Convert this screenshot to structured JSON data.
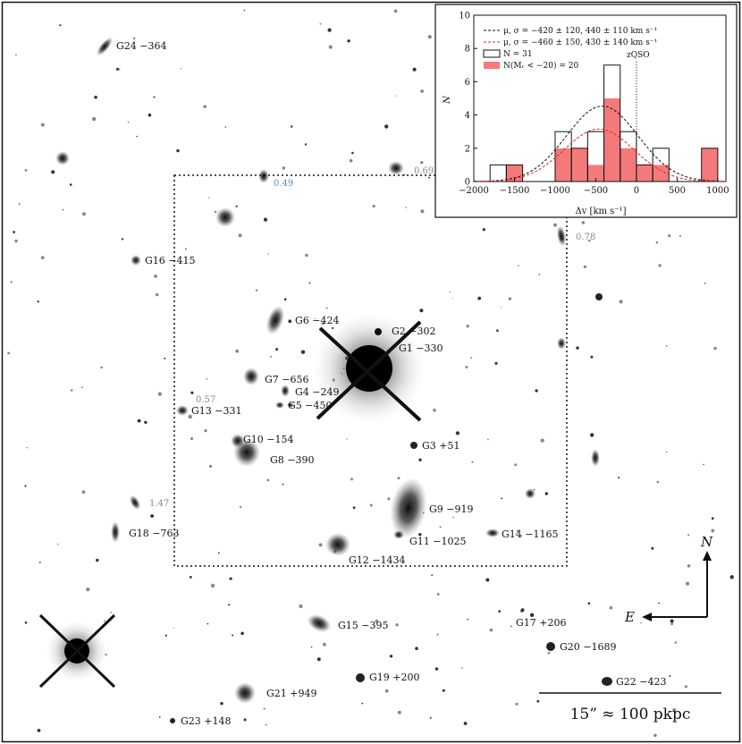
{
  "galaxy_labels": [
    {
      "id": "G24",
      "v": "−364"
    },
    {
      "id": "G16",
      "v": "−415"
    },
    {
      "id": "G6",
      "v": "−424"
    },
    {
      "id": "G2",
      "v": "−302"
    },
    {
      "id": "G1",
      "v": "−330"
    },
    {
      "id": "G7",
      "v": "−656"
    },
    {
      "id": "G4",
      "v": "−249"
    },
    {
      "id": "G5",
      "v": "−450"
    },
    {
      "id": "G13",
      "v": "−331"
    },
    {
      "id": "G10",
      "v": "−154"
    },
    {
      "id": "G8",
      "v": "−390"
    },
    {
      "id": "G3",
      "v": "+51"
    },
    {
      "id": "G9",
      "v": "−919"
    },
    {
      "id": "G11",
      "v": "−1025"
    },
    {
      "id": "G14",
      "v": "−1165"
    },
    {
      "id": "G18",
      "v": "−763"
    },
    {
      "id": "G12",
      "v": "−1434"
    },
    {
      "id": "G15",
      "v": "−395"
    },
    {
      "id": "G17",
      "v": "+206"
    },
    {
      "id": "G20",
      "v": "−1689"
    },
    {
      "id": "G19",
      "v": "+200"
    },
    {
      "id": "G22",
      "v": "−423"
    },
    {
      "id": "G21",
      "v": "+949"
    },
    {
      "id": "G23",
      "v": "+148"
    }
  ],
  "redshift_labels": [
    "0.69",
    "0.49",
    "0.78",
    "0.57",
    "1.47"
  ],
  "compass": {
    "north": "N",
    "east": "E"
  },
  "scale_bar": "15” ≈ 100 pkpc",
  "inset": {
    "legend": [
      "μ, σ = −420 ± 120, 440 ± 110 km s⁻¹",
      "μ, σ = −460 ± 150, 430 ± 140 km s⁻¹",
      "N = 31",
      "N(Mᵣ < −20) = 20"
    ],
    "qso_label": "zQSO",
    "ylabel": "N",
    "xlabel": "Δv [km s⁻¹]",
    "xticks": [
      "−2000",
      "−1500",
      "−1000",
      "−500",
      "0",
      "500",
      "1000"
    ],
    "yticks": [
      "0",
      "2",
      "4",
      "6",
      "8",
      "10"
    ],
    "colors": {
      "gauss_all": "#111111",
      "gauss_bright": "#e02020",
      "bright_fill": "#f47a7a"
    }
  },
  "chart_data": {
    "type": "bar",
    "xlabel": "Δv [km s⁻¹]",
    "ylabel": "N",
    "xlim": [
      -2000,
      1100
    ],
    "ylim": [
      0,
      10
    ],
    "bin_edges": [
      -1800,
      -1600,
      -1400,
      -1200,
      -1000,
      -800,
      -600,
      -400,
      -200,
      0,
      200,
      400,
      600,
      800,
      1000
    ],
    "series": [
      {
        "name": "N = 31",
        "values": [
          1,
          1,
          0,
          0,
          3,
          2,
          3,
          7,
          3,
          1,
          2,
          0,
          0,
          2
        ]
      },
      {
        "name": "N(Mᵣ < −20) = 20",
        "values": [
          0,
          1,
          0,
          0,
          2,
          2,
          1,
          5,
          2,
          1,
          1,
          0,
          0,
          2
        ]
      }
    ],
    "gaussians": [
      {
        "mu": -420,
        "sigma": 440,
        "color": "#111111"
      },
      {
        "mu": -460,
        "sigma": 430,
        "color": "#e02020"
      }
    ]
  }
}
